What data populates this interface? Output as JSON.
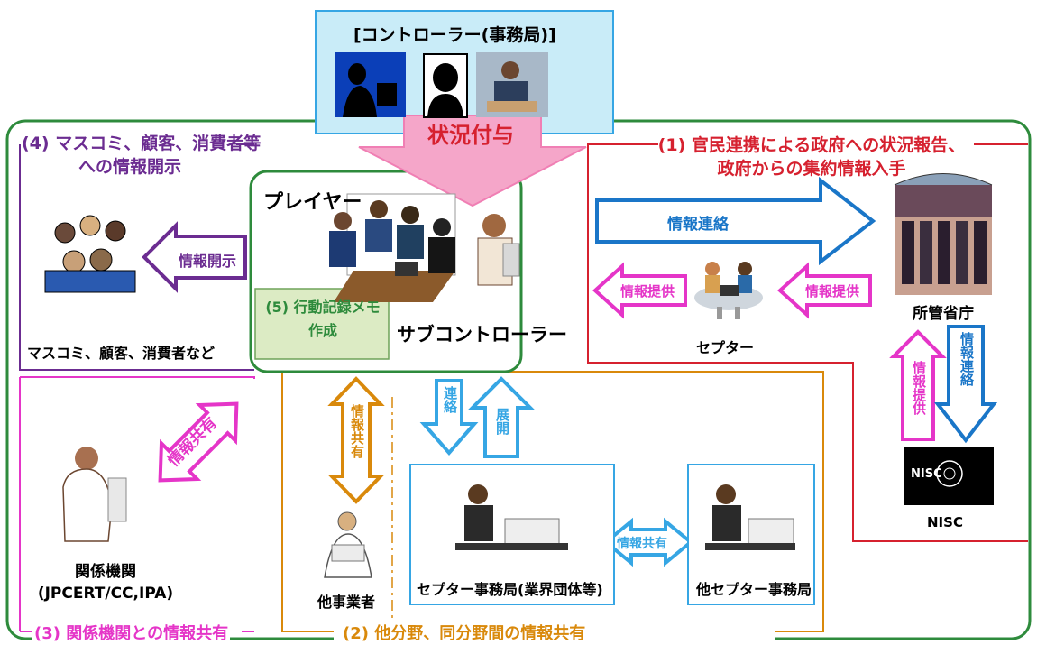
{
  "controller": {
    "title": "[コントローラー(事務局)]"
  },
  "situation": {
    "label": "状況付与"
  },
  "player": {
    "label": "プレイヤー",
    "sub_controller": "サブコントローラー",
    "memo": "(5) 行動記録メモ\n作成"
  },
  "section1": {
    "title": "(1) 官民連携による政府への状況報告、\n政府からの集約情報入手",
    "send_label": "情報連絡",
    "provide_left": "情報提供",
    "provide_right": "情報提供",
    "ceptoar_label": "セプター",
    "ministry_label": "所管省庁",
    "vertical_provide": "情報提供",
    "vertical_send": "情報連絡",
    "nisc_label": "NISC",
    "nisc_logo": "NISC"
  },
  "section4": {
    "title": "(4) マスコミ、顧客、消費者等\nへの情報開示",
    "disclose_label": "情報開示",
    "media_label": "マスコミ、顧客、消費者など"
  },
  "section3": {
    "title": "(3) 関係機関との情報共有",
    "share_label": "情報共有",
    "org_label": "関係機関\n(JPCERT/CC,IPA)"
  },
  "section2": {
    "title": "(2) 他分野、同分野間の情報共有",
    "share_vertical": "情報共有",
    "contact": "連絡",
    "deploy": "展開",
    "other_business": "他事業者",
    "ceptoar_office": "セプター事務局(業界団体等)",
    "share_horizontal": "情報共有",
    "other_office": "他セプター事務局"
  },
  "colors": {
    "green": "#2e8b3c",
    "red": "#d6212f",
    "purple": "#6b2c91",
    "magenta": "#e535c8",
    "orange": "#d9890b",
    "blue": "#1a76c8",
    "cyan": "#36a6e4",
    "pink": "#f07fb4",
    "pale_green": "#eaf2dc",
    "sky": "#c9ecf8"
  }
}
